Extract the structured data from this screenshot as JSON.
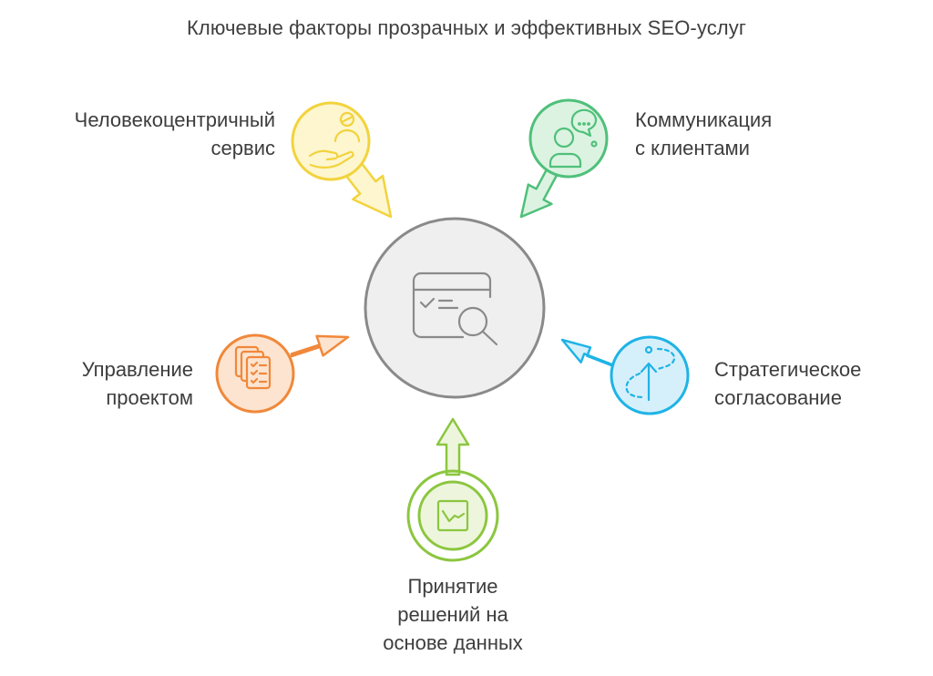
{
  "title": "Ключевые факторы прозрачных и эффективных SEO-услуг",
  "center": {
    "icon": "data-search-icon",
    "color": "#8a8a8a"
  },
  "factors": [
    {
      "lines": [
        "Человекоцентричный",
        "сервис"
      ],
      "icon": "hand-with-person-icon",
      "color": "#f2d33d"
    },
    {
      "lines": [
        "Коммуникация",
        "с клиентами"
      ],
      "icon": "person-chat-icon",
      "color": "#4fc07a"
    },
    {
      "lines": [
        "Управление",
        "проектом"
      ],
      "icon": "document-checklist-icon",
      "color": "#f0883a"
    },
    {
      "lines": [
        "Стратегическое",
        "согласование"
      ],
      "icon": "path-arrow-icon",
      "color": "#1fb3e6"
    },
    {
      "lines": [
        "Принятие",
        "решений на",
        "основе данных"
      ],
      "icon": "line-chart-icon",
      "color": "#8cc63f"
    }
  ]
}
